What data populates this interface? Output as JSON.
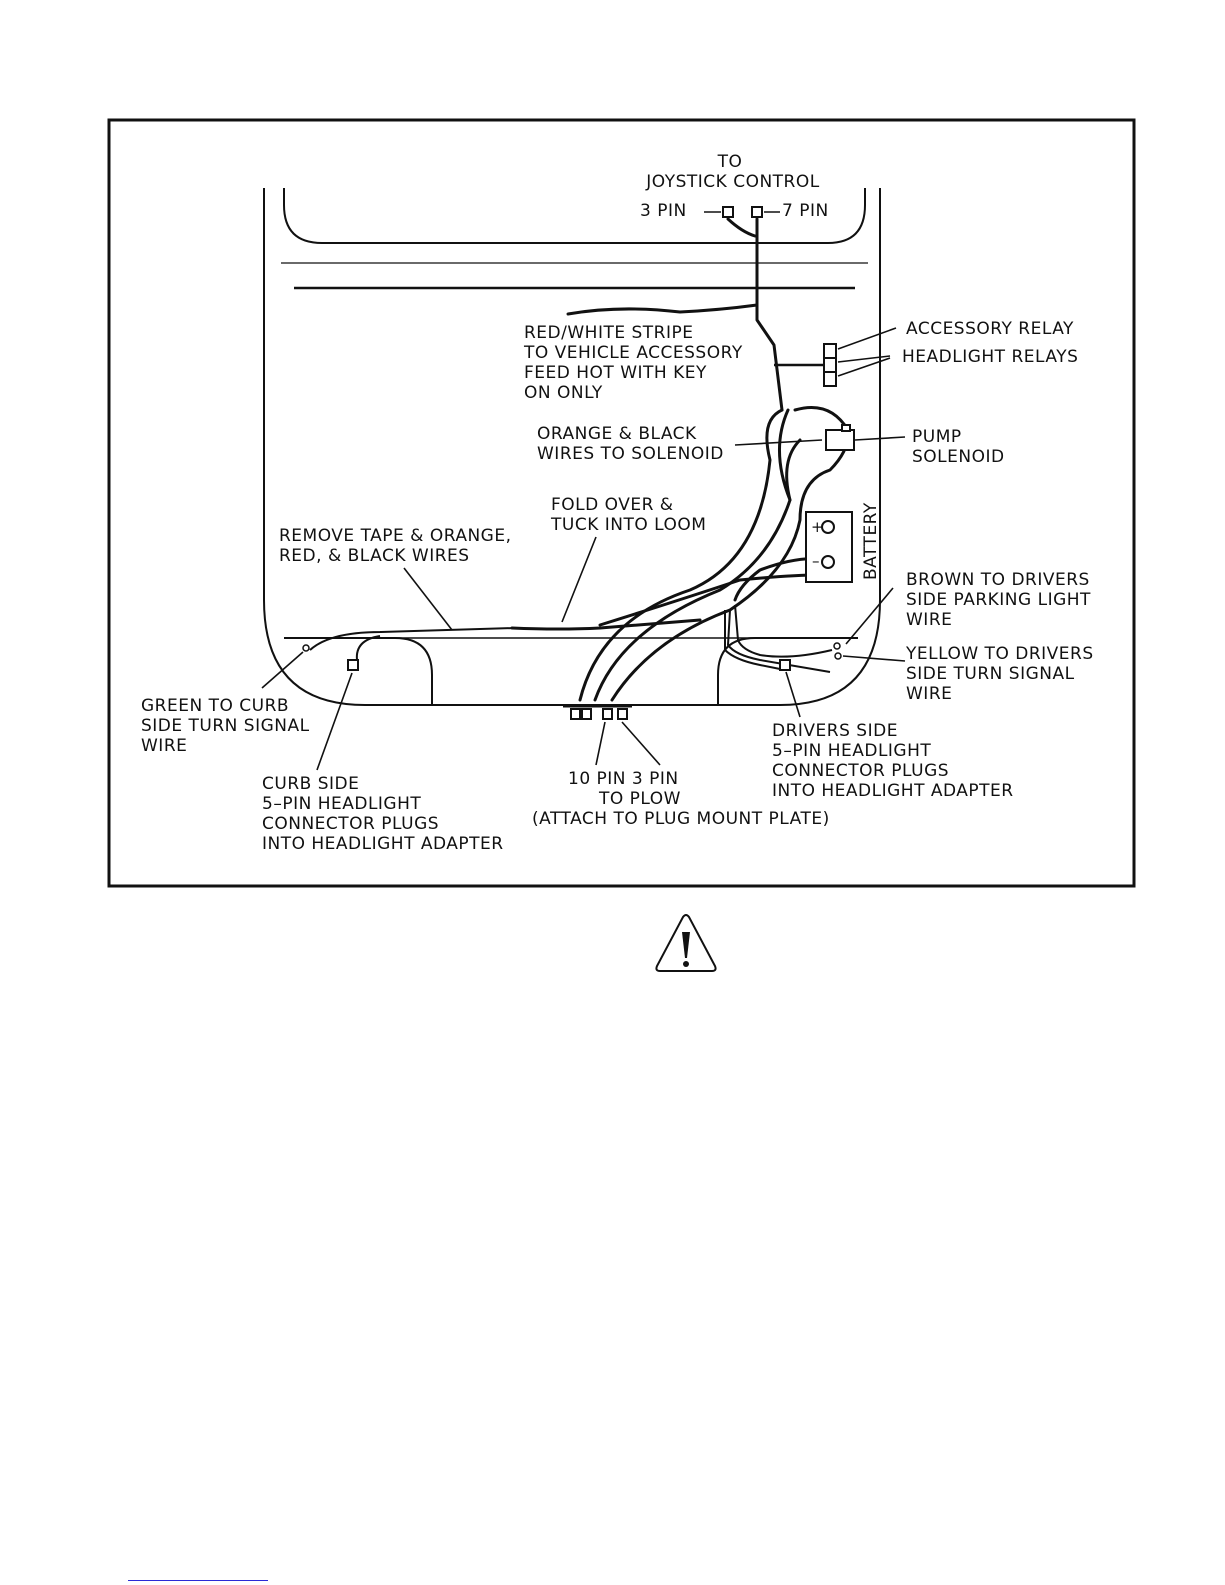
{
  "labels": {
    "joystick": [
      "TO",
      "JOYSTICK  CONTROL"
    ],
    "pin3_top": "3  PIN",
    "pin7_top": "7  PIN",
    "redwhite": [
      "RED/WHITE  STRIPE",
      "TO  VEHICLE  ACCESSORY",
      "FEED  HOT  WITH  KEY",
      "ON  ONLY"
    ],
    "accessory_relay": "ACCESSORY  RELAY",
    "headlight_relays": "HEADLIGHT  RELAYS",
    "orange_black": [
      "ORANGE  &  BLACK",
      "WIRES  TO  SOLENOID"
    ],
    "pump_solenoid": [
      "PUMP",
      "SOLENOID"
    ],
    "fold_over": [
      "FOLD  OVER  &",
      "TUCK  INTO  LOOM"
    ],
    "remove_tape": [
      "REMOVE  TAPE  &  ORANGE,",
      "RED,  &  BLACK  WIRES"
    ],
    "battery": "BATTERY",
    "brown": [
      "BROWN  TO  DRIVERS",
      "SIDE  PARKING  LIGHT",
      "WIRE"
    ],
    "yellow": [
      "YELLOW  TO  DRIVERS",
      "SIDE  TURN  SIGNAL",
      "WIRE"
    ],
    "green": [
      "GREEN  TO  CURB",
      "SIDE  TURN  SIGNAL",
      "WIRE"
    ],
    "drivers_side": [
      "DRIVERS  SIDE",
      "5–PIN  HEADLIGHT",
      "CONNECTOR  PLUGS",
      "INTO  HEADLIGHT  ADAPTER"
    ],
    "curb_side": [
      "CURB  SIDE",
      "5–PIN  HEADLIGHT",
      "CONNECTOR  PLUGS",
      "INTO  HEADLIGHT  ADAPTER"
    ],
    "to_plow": [
      "10  PIN    3  PIN",
      "TO  PLOW",
      "(ATTACH  TO  PLUG  MOUNT  PLATE)"
    ]
  },
  "icons": {
    "warning": "warning-triangle-icon"
  }
}
